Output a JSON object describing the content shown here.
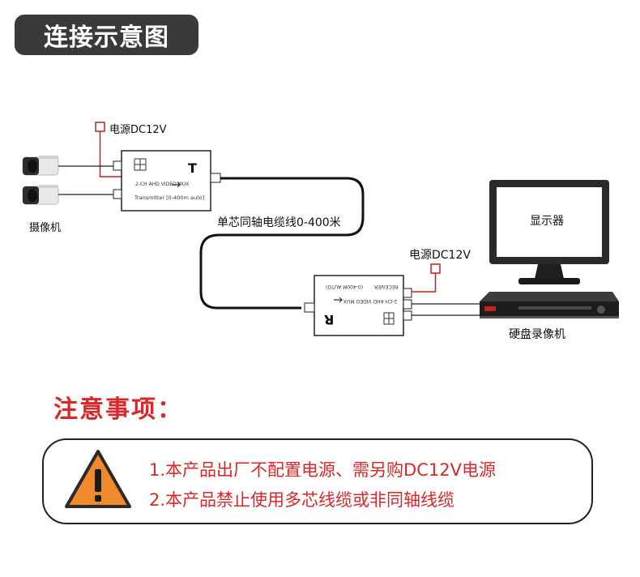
{
  "title": "连接示意图",
  "diagram": {
    "power_label_1": "电源DC12V",
    "power_label_2": "电源DC12V",
    "camera_label": "摄像机",
    "cable_label": "单芯同轴电缆线0-400米",
    "monitor_label": "显示器",
    "dvr_label": "硬盘录像机",
    "transmitter": {
      "letter": "T",
      "model": "2-CH AHD VIDEO MUX",
      "subtitle": "Transmitter [0-400m auto]"
    },
    "receiver": {
      "letter": "R",
      "model": "2-CH AHD VIDEO MUX",
      "subtitle": "(0-400M AUTO)",
      "name": "RECEIVER"
    }
  },
  "notice": {
    "title": "注意事项：",
    "lines": [
      "1.本产品出厂不配置电源、需另购DC12V电源",
      "2.本产品禁止使用多芯线缆或非同轴线缆"
    ]
  },
  "colors": {
    "title_bg": "#3a3a3a",
    "accent_red": "#d8282a",
    "warning_orange": "#f08a2c",
    "power_red": "#c42020"
  }
}
